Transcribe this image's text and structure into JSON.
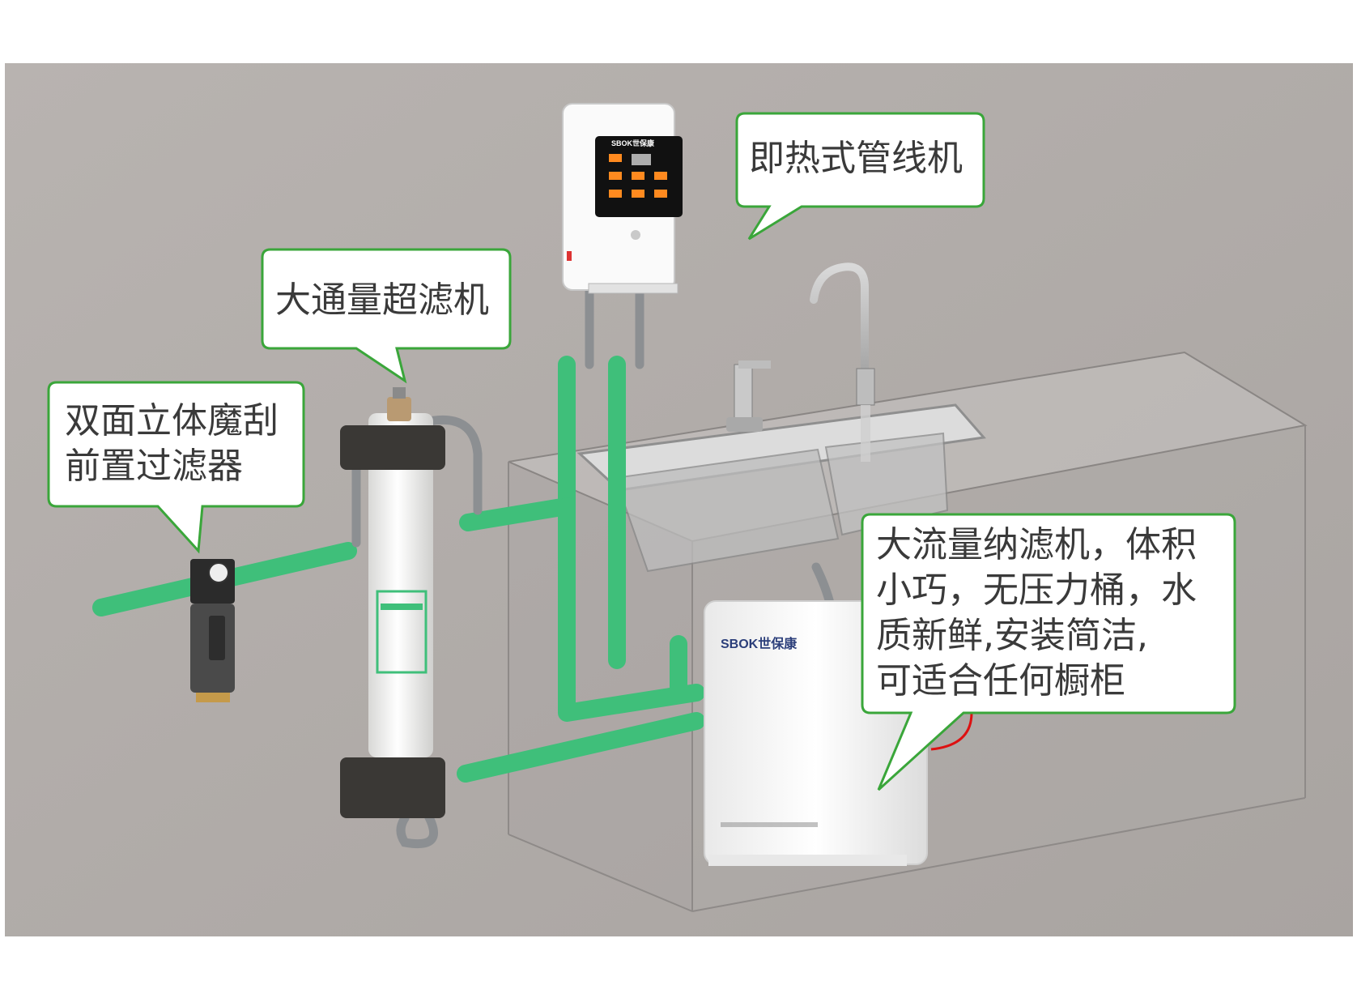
{
  "colors": {
    "background": "#b3aeab",
    "pipe": "#3fbf7a",
    "bubble_border": "#3aa63a",
    "bubble_fill": "#ffffff",
    "text": "#3a3a3a"
  },
  "callouts": {
    "pre_filter": [
      "双面立体魔刮",
      "前置过滤器"
    ],
    "ultrafilter": [
      "大通量超滤机"
    ],
    "heater": [
      "即热式管线机"
    ],
    "nanofilter": [
      "大流量纳滤机，体积",
      "小巧，无压力桶，水",
      "质新鲜,安装简洁,",
      "可适合任何橱柜"
    ]
  },
  "products": {
    "brand_logo": "SBOK世保康",
    "heater_brand": "SBOK世保康"
  }
}
